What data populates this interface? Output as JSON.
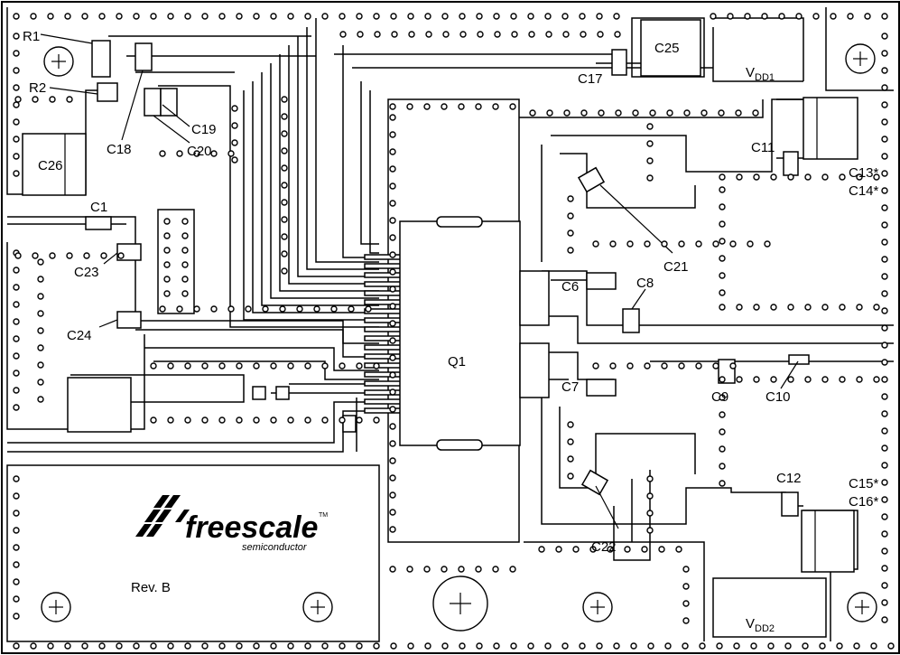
{
  "components": {
    "R1": "R1",
    "R2": "R2",
    "C1": "C1",
    "C6": "C6",
    "C7": "C7",
    "C8": "C8",
    "C9": "C9",
    "C10": "C10",
    "C11": "C11",
    "C12": "C12",
    "C13": "C13*",
    "C14": "C14*",
    "C15": "C15*",
    "C16": "C16*",
    "C17": "C17",
    "C18": "C18",
    "C19": "C19",
    "C20": "C20",
    "C21": "C21",
    "C22": "C22",
    "C23": "C23",
    "C24": "C24",
    "C25": "C25",
    "C26": "C26",
    "Q1": "Q1"
  },
  "supplies": {
    "vdd1": {
      "main": "V",
      "sub": "DD1"
    },
    "vdd2": {
      "main": "V",
      "sub": "DD2"
    }
  },
  "branding": {
    "logo_word": "freescale",
    "logo_trademark": "TM",
    "logo_sub": "semiconductor"
  },
  "revision": "Rev. B"
}
